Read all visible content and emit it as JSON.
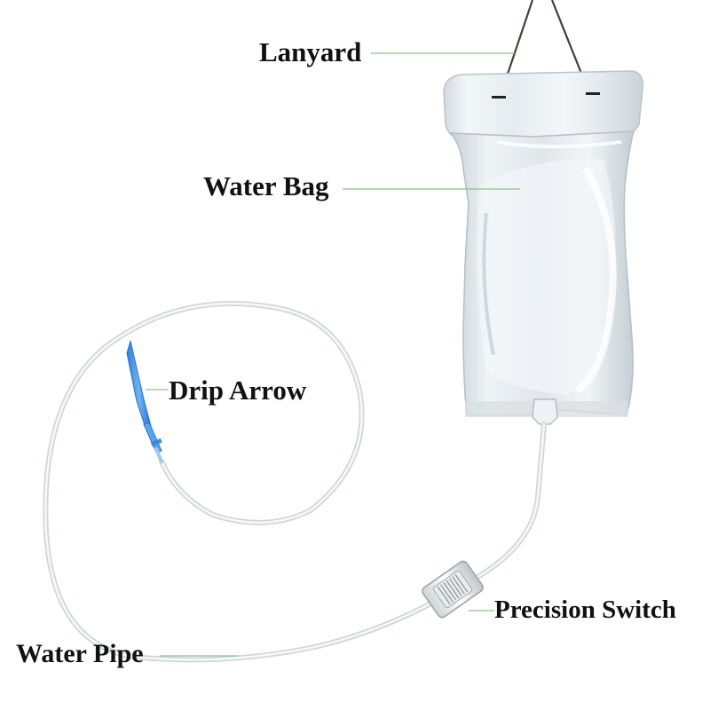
{
  "labels": {
    "lanyard": "Lanyard",
    "water_bag": "Water Bag",
    "drip_arrow": "Drip Arrow",
    "precision_switch": "Precision Switch",
    "water_pipe": "Water Pipe"
  },
  "colors": {
    "background": "#ffffff",
    "leader_line": "#8cc08c",
    "label_text": "#111111",
    "cord": "#4a3f36",
    "bag_fill": "#dfe6ea",
    "tube": "#e6ecea",
    "drip_arrow": "#3f8fe6"
  }
}
